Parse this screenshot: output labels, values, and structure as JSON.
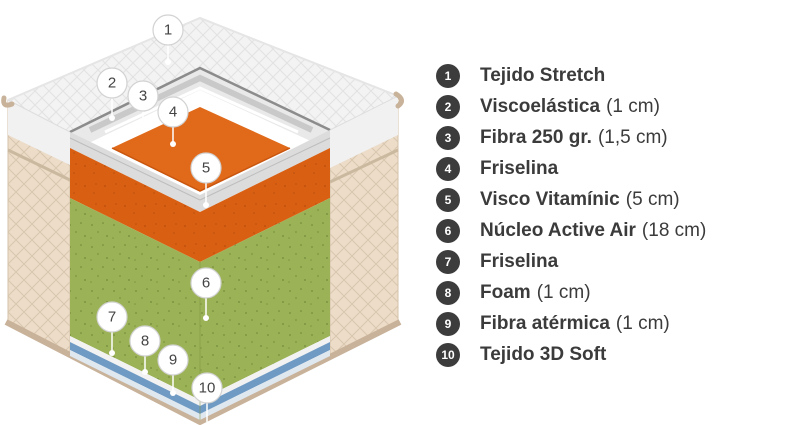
{
  "layers": [
    {
      "num": "1",
      "name": "Tejido Stretch",
      "detail": ""
    },
    {
      "num": "2",
      "name": "Viscoelástica",
      "detail": "(1 cm)"
    },
    {
      "num": "3",
      "name": "Fibra 250 gr.",
      "detail": "(1,5 cm)"
    },
    {
      "num": "4",
      "name": "Friselina",
      "detail": ""
    },
    {
      "num": "5",
      "name": "Visco Vitamínic",
      "detail": "(5 cm)"
    },
    {
      "num": "6",
      "name": "Núcleo Active Air",
      "detail": "(18 cm)"
    },
    {
      "num": "7",
      "name": "Friselina",
      "detail": ""
    },
    {
      "num": "8",
      "name": "Foam",
      "detail": "(1 cm)"
    },
    {
      "num": "9",
      "name": "Fibra atérmica",
      "detail": "(1 cm)"
    },
    {
      "num": "10",
      "name": "Tejido 3D Soft",
      "detail": ""
    }
  ],
  "colors": {
    "core_green": "#9bb256",
    "visco_orange": "#d95f12",
    "foam_blue": "#6f9ac3",
    "white_layers": "#eeeeee",
    "side_beige": "#ecdcc8",
    "badge": "#3c3c3c"
  }
}
